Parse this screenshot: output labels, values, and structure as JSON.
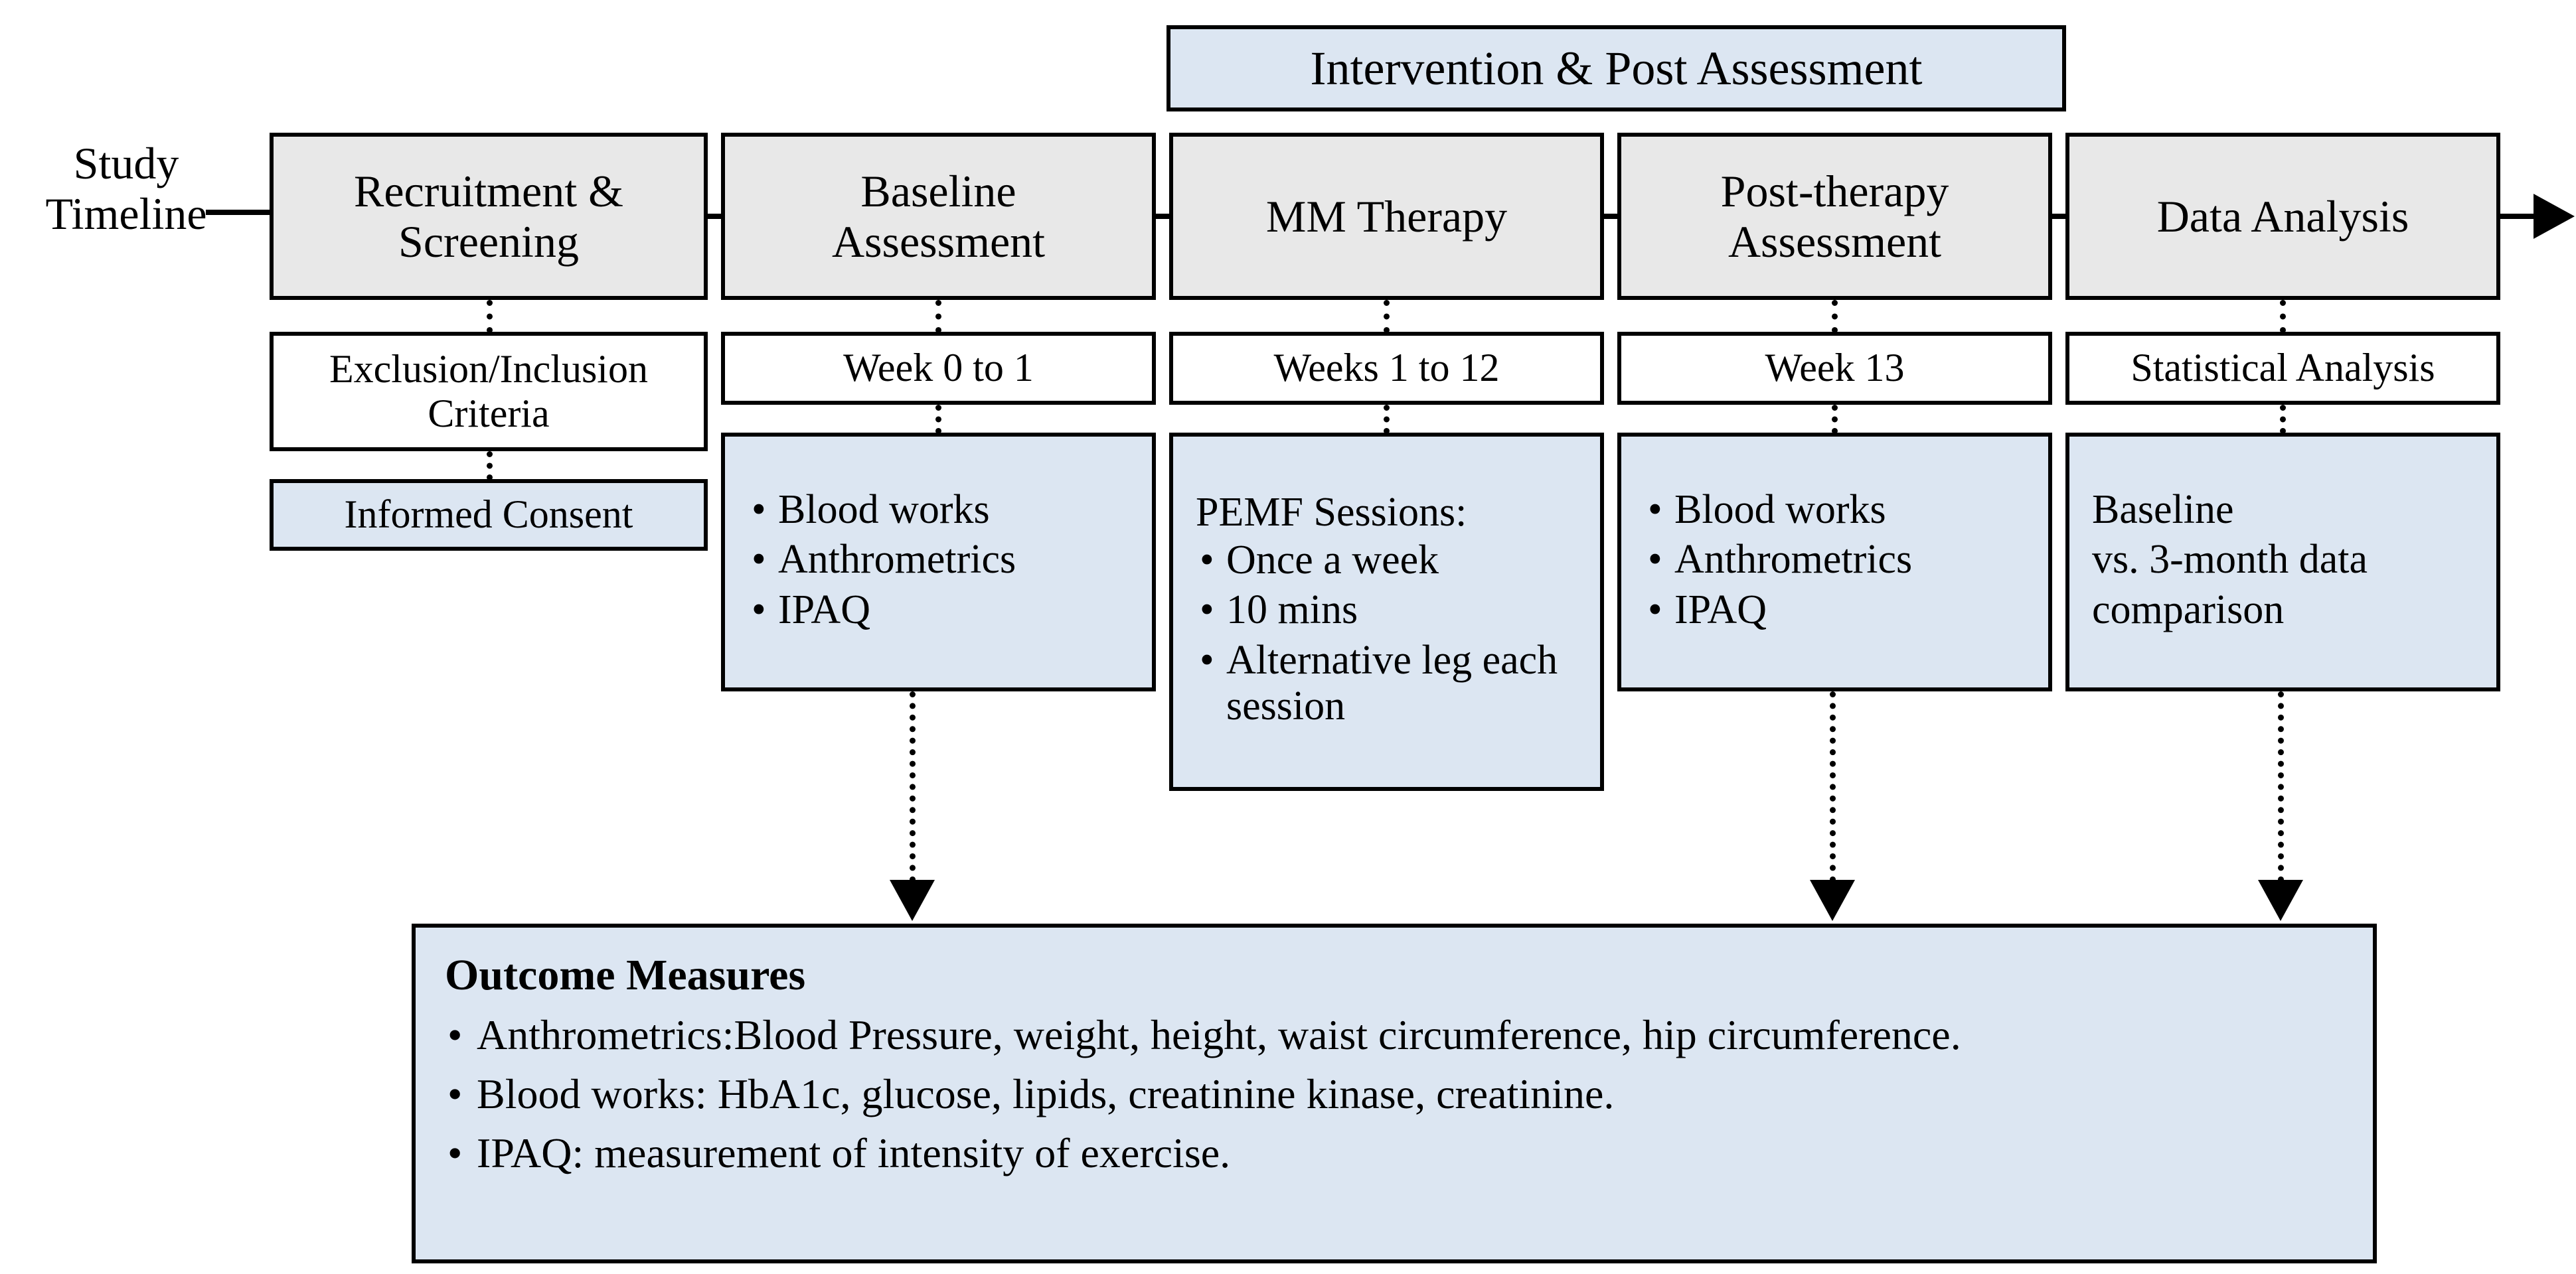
{
  "timeline_label": "Study\nTimeline",
  "timeline_label_line1": "Study",
  "timeline_label_line2": "Timeline",
  "banner": {
    "label": "Intervention & Post Assessment"
  },
  "colors": {
    "stage_fill": "#e8e8e8",
    "detail_fill": "#dce6f2",
    "white_fill": "#ffffff",
    "stroke": "#000000"
  },
  "stages": [
    {
      "id": "recruitment-screening",
      "title_line1": "Recruitment &",
      "title_line2": "Screening",
      "sub_white": {
        "line1": "Exclusion/Inclusion",
        "line2": "Criteria"
      },
      "sub_blue": {
        "line1": "Informed Consent"
      }
    },
    {
      "id": "baseline-assessment",
      "title_line1": "Baseline",
      "title_line2": "Assessment",
      "week": "Week 0 to 1",
      "details": [
        "Blood works",
        "Anthrometrics",
        "IPAQ"
      ]
    },
    {
      "id": "mm-therapy",
      "title_line1": "MM Therapy",
      "title_line2": "",
      "week": "Weeks 1 to 12",
      "details_header": "PEMF Sessions:",
      "details": [
        "Once a week",
        "10 mins",
        "Alternative leg each session"
      ]
    },
    {
      "id": "post-therapy-assessment",
      "title_line1": "Post-therapy",
      "title_line2": "Assessment",
      "week": "Week 13",
      "details": [
        "Blood works",
        "Anthrometrics",
        "IPAQ"
      ]
    },
    {
      "id": "data-analysis",
      "title_line1": "Data Analysis",
      "title_line2": "",
      "week": "Statistical Analysis",
      "details_plain": [
        "Baseline",
        "vs. 3-month data",
        "comparison"
      ]
    }
  ],
  "outcome": {
    "title": "Outcome Measures",
    "items": [
      "Anthrometrics:Blood Pressure, weight, height, waist circumference, hip circumference.",
      "Blood works: HbA1c, glucose, lipids, creatinine kinase, creatinine.",
      "IPAQ: measurement of intensity of exercise."
    ]
  }
}
